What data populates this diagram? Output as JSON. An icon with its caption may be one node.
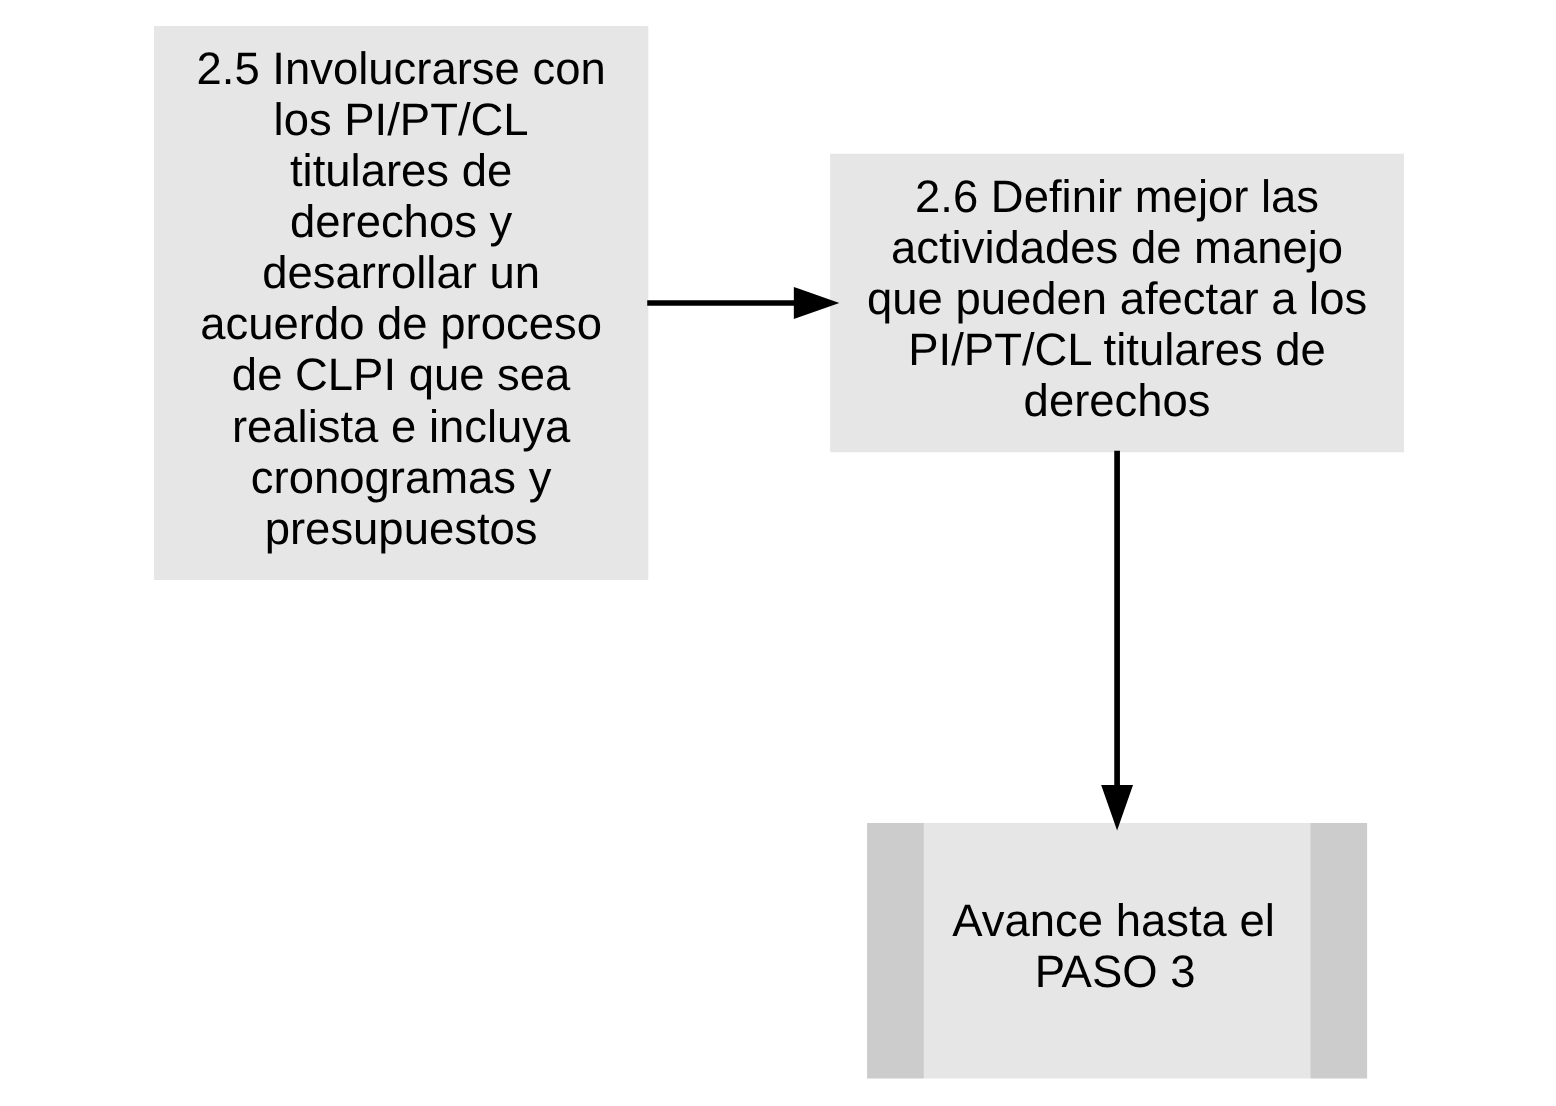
{
  "diagram": {
    "nodes": [
      {
        "text": [
          "2.6 Definir mejor las actividades de manejo que pueden afectar a los PI/PT/CL titulares de derechos"
        ]
      },
      {
        "text": [
          "2.5 Involucrarse con los PI/PT/CL titulares de derechos y desarrollar un acuerdo de proceso de CLPI que sea realista e incluya cronogramas y presupuestos"
        ]
      },
      {
        "text": [
          "Avance hasta el PASO 3"
        ]
      }
    ],
    "edges": [
      {
        "from": 1,
        "to": 0,
        "arrow": "to"
      },
      {
        "from": 0,
        "to": 2,
        "arrow": "to"
      }
    ]
  }
}
